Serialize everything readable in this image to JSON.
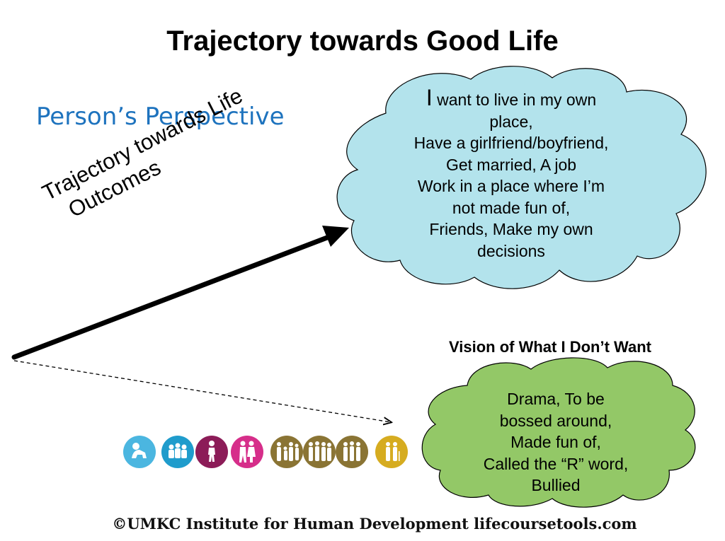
{
  "title": "Trajectory towards Good Life",
  "subtitle": "Person’s Perspective",
  "arrow_label": [
    "Trajectory towards Life",
    "Outcomes"
  ],
  "good_life_cloud": {
    "lines": [
      {
        "lead": "I",
        "rest": " want to live in my own"
      },
      "place,",
      "Have a girlfriend/boyfriend,",
      "Get married, A job",
      "Work in a place where I’m",
      "not made fun of,",
      "Friends, Make my own",
      "decisions"
    ],
    "fill": "#b3e3ec"
  },
  "dont_want": {
    "heading": "Vision of What I Don’t Want",
    "lines": [
      "Drama, To be",
      "bossed around,",
      "Made fun of,",
      "Called the  “R” word,",
      "Bullied"
    ],
    "fill": "#93c867"
  },
  "life_stage_icons": [
    {
      "name": "baby-icon",
      "color": "#4bb6e0"
    },
    {
      "name": "children-icon",
      "color": "#1f9ccc"
    },
    {
      "name": "teen-icon",
      "color": "#8c1c58"
    },
    {
      "name": "young-adults-icon",
      "color": "#d62e8a"
    },
    {
      "name": "family-icon",
      "color": "#8a7434"
    },
    {
      "name": "adults-group-icon",
      "color": "#8a7434"
    },
    {
      "name": "working-adults-icon",
      "color": "#8a7434"
    },
    {
      "name": "elderly-couple-icon",
      "color": "#d6ac20"
    }
  ],
  "footer": "©UMKC Institute for Human Development lifecoursetools.com"
}
